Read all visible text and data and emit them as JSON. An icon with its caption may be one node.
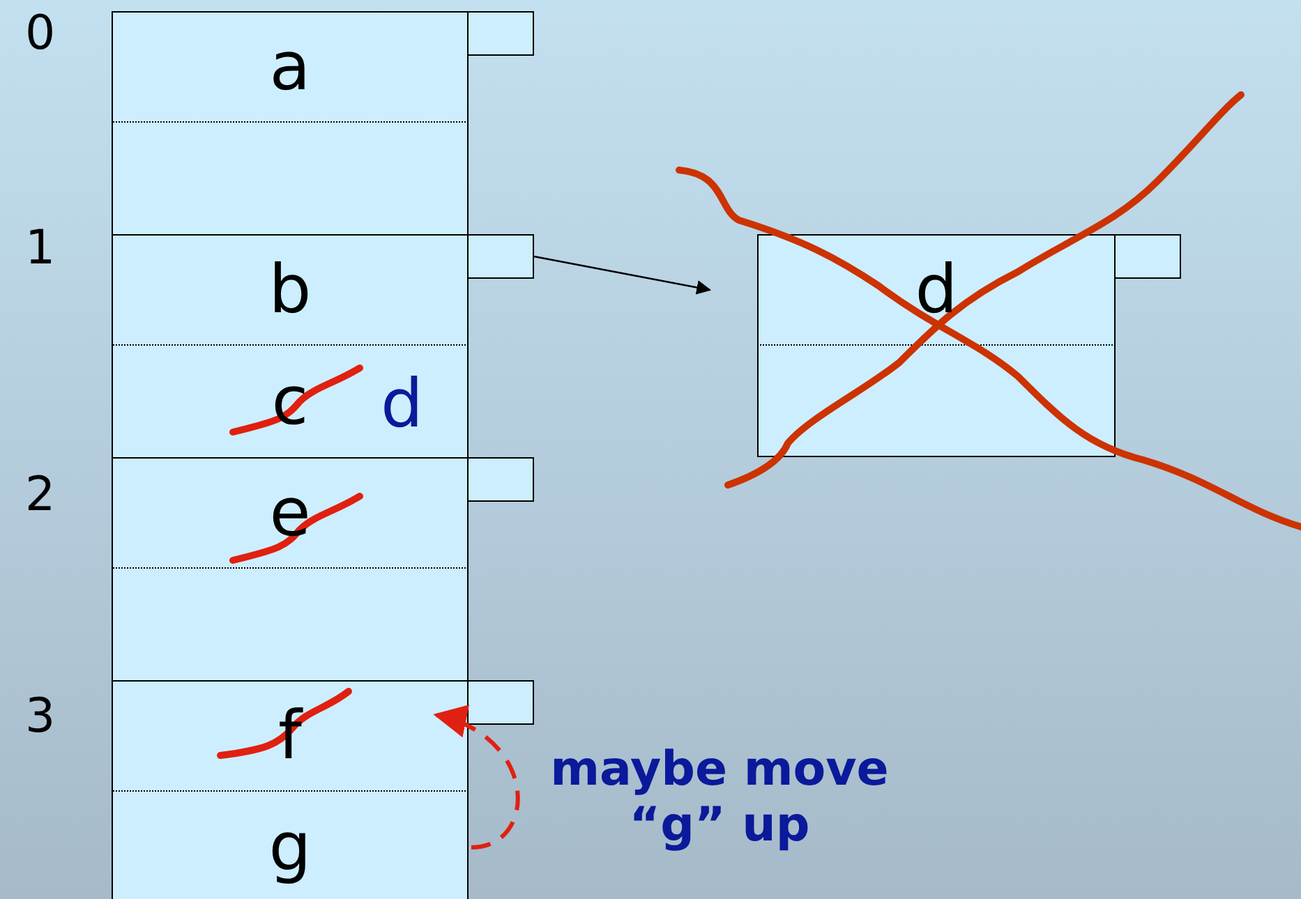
{
  "diagram": {
    "nodes": [
      {
        "text": [
          "a"
        ],
        "beside": [
          "0"
        ]
      },
      {
        "text": [],
        "shape": "box"
      },
      {
        "text": [
          "b"
        ],
        "beside": [
          "1"
        ]
      },
      {
        "text": [
          "c"
        ]
      },
      {
        "text": [
          "e"
        ],
        "beside": [
          "2"
        ]
      },
      {
        "text": [],
        "shape": "box"
      },
      {
        "text": [
          "f"
        ],
        "beside": [
          "3"
        ]
      },
      {
        "text": [
          "g"
        ]
      },
      {
        "text": [
          "d"
        ]
      },
      {
        "text": [],
        "shape": "box"
      },
      {
        "text": [],
        "shape": "box"
      },
      {
        "text": [],
        "shape": "box"
      },
      {
        "text": [],
        "shape": "box"
      },
      {
        "text": [],
        "shape": "box"
      },
      {
        "text": [],
        "shape": "box"
      }
    ],
    "edges": [
      {
        "from": 11,
        "to": 8,
        "arrow": "to"
      },
      {
        "from": 7,
        "to": 6,
        "arrow": "to",
        "style": "dashed",
        "color": "#e02010"
      }
    ],
    "labels": [
      "d",
      "maybe move “g” up"
    ]
  }
}
